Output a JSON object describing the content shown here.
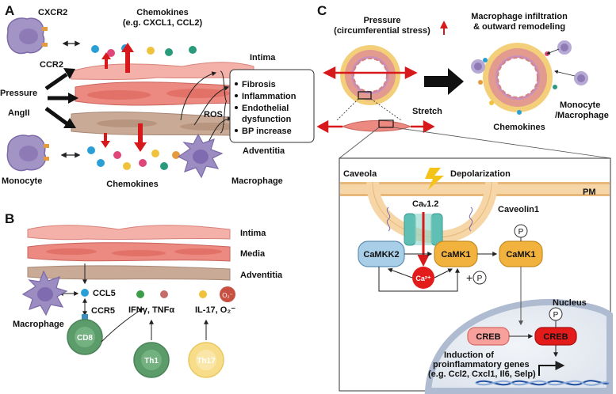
{
  "panel_labels": {
    "a": "A",
    "b": "B",
    "c": "C"
  },
  "panel_a": {
    "cxcr2": "CXCR2",
    "ccr2": "CCR2",
    "monocyte": "Monocyte",
    "chemokines_title_1": "Chemokines",
    "chemokines_title_2": "(e.g. CXCL1, CCL2)",
    "pressure": "Pressure",
    "angii": "AngII",
    "intima": "Intima",
    "adventitia": "Adventitia",
    "ros": "ROS",
    "chemokines_bottom": "Chemokines",
    "macrophage": "Macrophage",
    "effects": [
      "Fibrosis",
      "Inflammation",
      "Endothelial",
      "dysfunction",
      "BP increase"
    ]
  },
  "panel_b": {
    "intima": "Intima",
    "media": "Media",
    "adventitia": "Adventitia",
    "ccl5": "CCL5",
    "ccr5": "CCR5",
    "macrophage": "Macrophage",
    "cd8": "CD8",
    "th1": "Th1",
    "th17": "Th17",
    "ifn": "IFNγ, TNFα",
    "il17": "IL-17, O₂⁻",
    "o2": "O₂⁻"
  },
  "panel_c": {
    "pressure_1": "Pressure",
    "pressure_2": "(circumferential stress)",
    "stretch": "Stretch",
    "infiltration_1": "Macrophage infiltration",
    "infiltration_2": "& outward remodeling",
    "monocyte_1": "Monocyte",
    "monocyte_2": "/Macrophage",
    "chemokines": "Chemokines",
    "caveola": "Caveola",
    "depolarization": "Depolarization",
    "pm": "PM",
    "cav12": "Caᵥ1.2",
    "caveolin1": "Caveolin1",
    "camkk2": "CaMKK2",
    "camk1_a": "CaMK1",
    "camk1_b": "CaMK1",
    "p": "P",
    "ca": "Ca²⁺",
    "nucleus": "Nucleus",
    "creb_a": "CREB",
    "creb_b": "CREB",
    "induction_1": "Induction of",
    "induction_2": "proinflammatory genes",
    "induction_3": "(e.g. Ccl2, Cxcl1, Il6, Selp)"
  },
  "colors": {
    "red": "#d7191c",
    "intima_pink": "#f3a7a0",
    "media_pink": "#ec8a82",
    "adventitia_tan": "#c9aa96",
    "purple": "#8e7bb5",
    "green_cell": "#5c9c6b",
    "th17_yellow": "#f5d36b",
    "camkk2_blue": "#a9cfe8",
    "camk1_orange": "#f2b23e",
    "creb_light": "#f7a09c",
    "creb_red": "#e31b1b"
  }
}
